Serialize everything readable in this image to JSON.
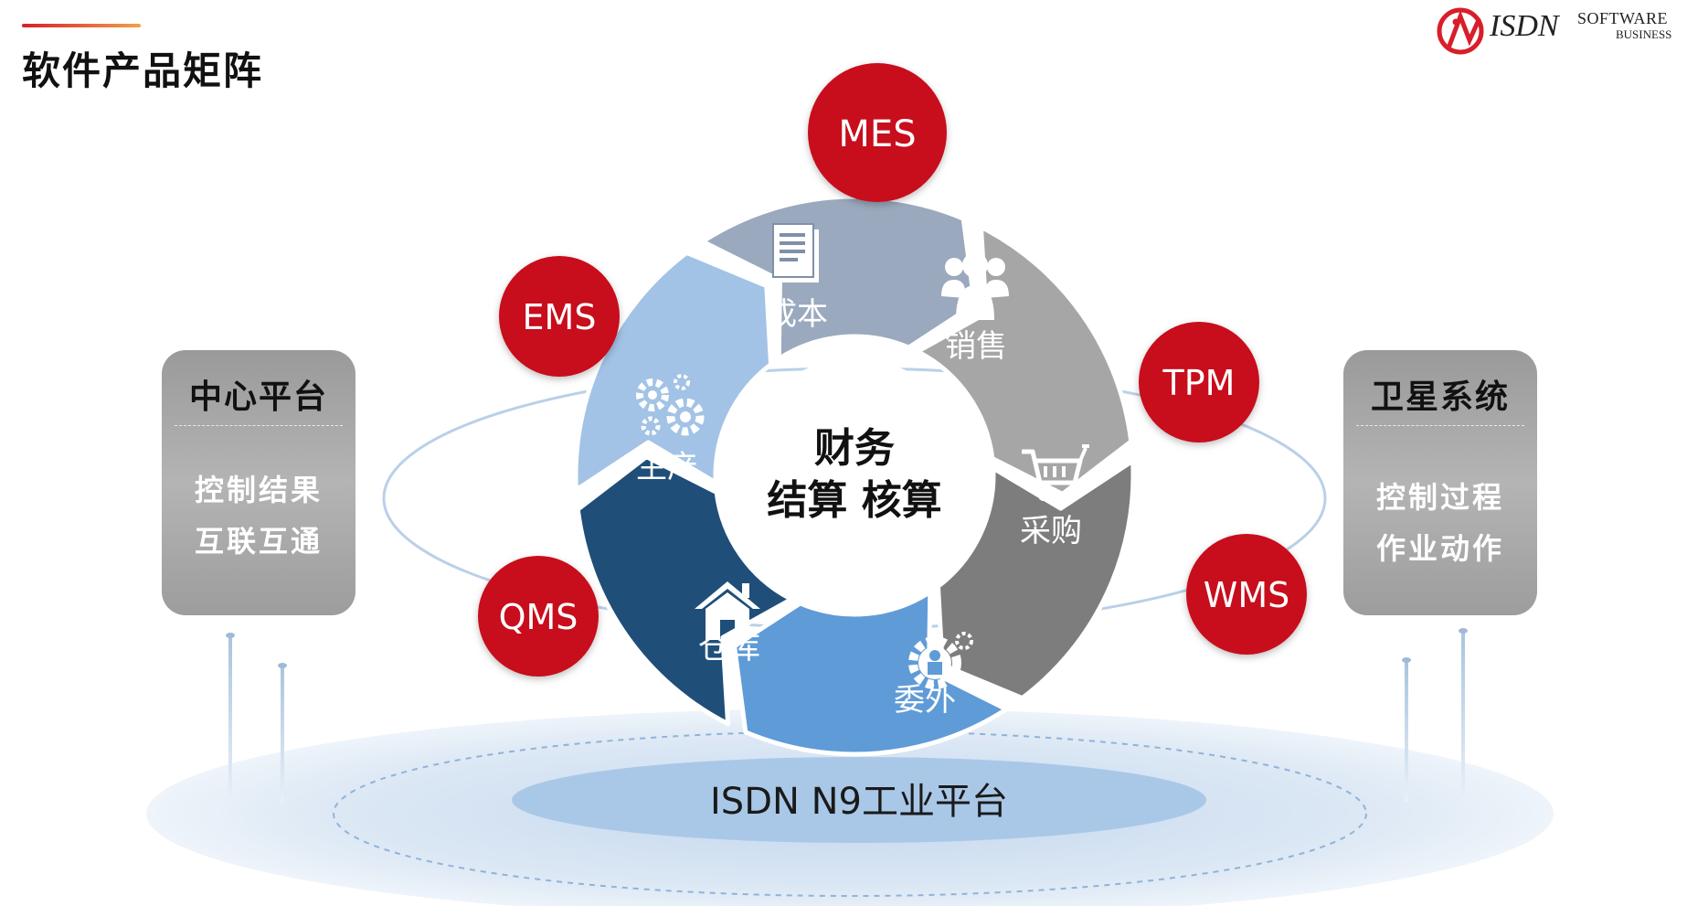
{
  "page": {
    "title": "软件产品矩阵"
  },
  "logo": {
    "name": "ISDN",
    "line1": "SOFTWARE",
    "line2": "BUSINESS",
    "accent": "#d81e2a"
  },
  "center": {
    "line1": "财务",
    "line2": "结算 核算"
  },
  "segments": [
    {
      "id": "cost",
      "label": "成本",
      "icon": "document-icon",
      "color": "#9aa9bd"
    },
    {
      "id": "sales",
      "label": "销售",
      "icon": "users-group-icon",
      "color": "#a6a6a6"
    },
    {
      "id": "purchase",
      "label": "采购",
      "icon": "shopping-cart-icon",
      "color": "#7d7d7d"
    },
    {
      "id": "outsource",
      "label": "委外",
      "icon": "gear-worker-icon",
      "color": "#5f9bd7"
    },
    {
      "id": "warehouse",
      "label": "仓库",
      "icon": "house-icon",
      "color": "#1f4e79"
    },
    {
      "id": "production",
      "label": "生产",
      "icon": "gears-icon",
      "color": "#a2c3e6"
    }
  ],
  "modules": [
    {
      "id": "mes",
      "label": "MES"
    },
    {
      "id": "ems",
      "label": "EMS"
    },
    {
      "id": "tpm",
      "label": "TPM"
    },
    {
      "id": "wms",
      "label": "WMS"
    },
    {
      "id": "qms",
      "label": "QMS"
    }
  ],
  "left_card": {
    "title": "中心平台",
    "line1": "控制结果",
    "line2": "互联互通"
  },
  "right_card": {
    "title": "卫星系统",
    "line1": "控制过程",
    "line2": "作业动作"
  },
  "platform": {
    "label": "ISDN N9工业平台"
  },
  "colors": {
    "module_red": "#c8101c",
    "card_gray": "#a8a8a8",
    "platform_blue": "#a9c8e8"
  }
}
